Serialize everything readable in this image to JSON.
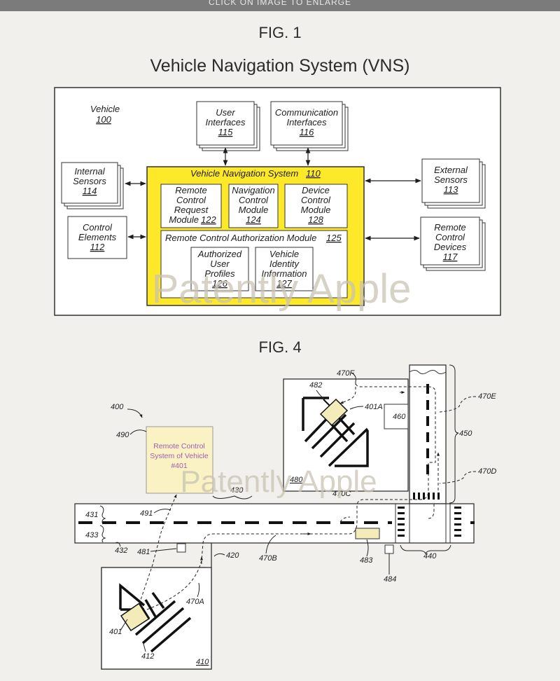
{
  "banner": "CLICK ON IMAGE TO ENLARGE",
  "fig1": {
    "caption": "FIG. 1",
    "title": "Vehicle Navigation System (VNS)",
    "vehicle": {
      "label": "Vehicle",
      "ref": "100"
    },
    "user_interfaces": {
      "line1": "User",
      "line2": "Interfaces",
      "ref": "115"
    },
    "communication_interfaces": {
      "line1": "Communication",
      "line2": "Interfaces",
      "ref": "116"
    },
    "internal_sensors": {
      "line1": "Internal",
      "line2": "Sensors",
      "ref": "114"
    },
    "control_elements": {
      "line1": "Control",
      "line2": "Elements",
      "ref": "112"
    },
    "external_sensors": {
      "line1": "External",
      "line2": "Sensors",
      "ref": "113"
    },
    "remote_control_devices": {
      "line1": "Remote",
      "line2": "Control",
      "line3": "Devices",
      "ref": "117"
    },
    "vns": {
      "label": "Vehicle Navigation System",
      "ref": "110"
    },
    "rc_request_module": {
      "line1": "Remote",
      "line2": "Control",
      "line3": "Request",
      "line4": "Module",
      "ref": "122"
    },
    "navigation_control_module": {
      "line1": "Navigation",
      "line2": "Control",
      "line3": "Module",
      "ref": "124"
    },
    "device_control_module": {
      "line1": "Device",
      "line2": "Control",
      "line3": "Module",
      "ref": "128"
    },
    "rc_authorization_module": {
      "label": "Remote Control Authorization Module",
      "ref": "125"
    },
    "authorized_user_profiles": {
      "line1": "Authorized",
      "line2": "User",
      "line3": "Profiles",
      "ref": "126"
    },
    "vehicle_identity_information": {
      "line1": "Vehicle",
      "line2": "Identity",
      "line3": "Information",
      "ref": "127"
    }
  },
  "fig4": {
    "caption": "FIG. 4",
    "remote_system": {
      "line1": "Remote Control",
      "line2": "System of Vehicle",
      "line3": "#401"
    },
    "refs": {
      "r400": "400",
      "r490": "490",
      "r491": "491",
      "r430": "430",
      "r431": "431",
      "r432": "432",
      "r433": "433",
      "r481": "481",
      "r420": "420",
      "r470B": "470B",
      "r470A": "470A",
      "r401": "401",
      "r412": "412",
      "r410": "410",
      "r470F": "470F",
      "r482": "482",
      "r401A": "401A",
      "r460": "460",
      "r470E": "470E",
      "r450": "450",
      "r470D": "470D",
      "r480": "480",
      "r470C": "470C",
      "r483": "483",
      "r484": "484",
      "r440": "440"
    }
  },
  "watermark": "Patently Apple",
  "colors": {
    "vns_fill": "#fde92a",
    "remote_box_fill": "#fbf2c3",
    "remote_box_text": "#9a5fb0",
    "vehicle_fill": "#f3ebb8",
    "watermark": "#c9c3b4"
  }
}
